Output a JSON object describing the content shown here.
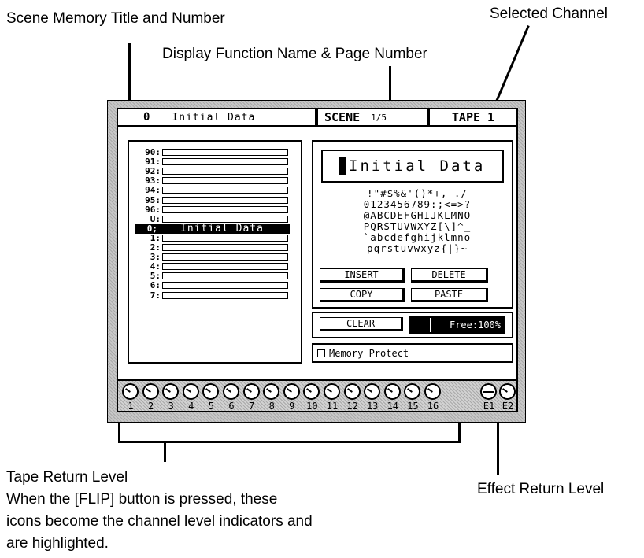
{
  "annotations": {
    "scene_memory_title": "Scene Memory Title and Number",
    "selected_channel": "Selected Channel",
    "display_function": "Display Function Name & Page Number",
    "tape_return_title": "Tape Return Level",
    "tape_return_desc_1": "When the [FLIP] button is pressed, these",
    "tape_return_desc_2": "icons become the channel level indicators and",
    "tape_return_desc_3": "are highlighted.",
    "effect_return": "Effect Return Level"
  },
  "header": {
    "scene_number": "0",
    "scene_title": "Initial Data",
    "function_name": "SCENE",
    "page_number": "1/5",
    "channel": "TAPE 1"
  },
  "memory_list": [
    {
      "num": "90:",
      "title": ""
    },
    {
      "num": "91:",
      "title": ""
    },
    {
      "num": "92:",
      "title": ""
    },
    {
      "num": "93:",
      "title": ""
    },
    {
      "num": "94:",
      "title": ""
    },
    {
      "num": "95:",
      "title": ""
    },
    {
      "num": "96:",
      "title": ""
    },
    {
      "num": "U:",
      "title": ""
    },
    {
      "num": "0;",
      "title": "Initial Data",
      "selected": true
    },
    {
      "num": "1:",
      "title": ""
    },
    {
      "num": "2:",
      "title": ""
    },
    {
      "num": "3:",
      "title": ""
    },
    {
      "num": "4:",
      "title": ""
    },
    {
      "num": "5:",
      "title": ""
    },
    {
      "num": "6:",
      "title": ""
    },
    {
      "num": "7:",
      "title": ""
    }
  ],
  "title_editor": {
    "value": "Initial Data",
    "charset": [
      " !\"#$%&'()*+,-./",
      "0123456789:;<=>?",
      "@ABCDEFGHIJKLMNO",
      "PQRSTUVWXYZ[\\]^_",
      "`abcdefghijklmno",
      "pqrstuvwxyz{|}~"
    ],
    "insert_label": "INSERT",
    "delete_label": "DELETE",
    "copy_label": "COPY",
    "paste_label": "PASTE"
  },
  "clear_label": "CLEAR",
  "free_label": "Free:100%",
  "memory_protect_label": "Memory Protect",
  "channel_labels": [
    "1",
    "2",
    "3",
    "4",
    "5",
    "6",
    "7",
    "8",
    "9",
    "10",
    "11",
    "12",
    "13",
    "14",
    "15",
    "16"
  ],
  "effect_labels": [
    "E1",
    "E2"
  ]
}
